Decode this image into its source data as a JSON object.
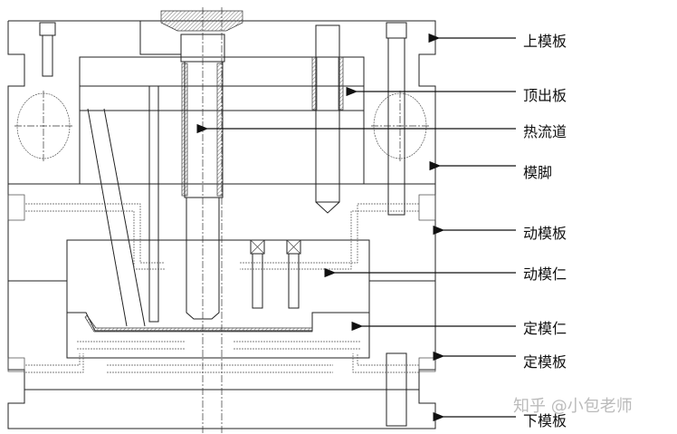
{
  "labels": [
    {
      "text": "上模板"
    },
    {
      "text": "顶出板"
    },
    {
      "text": "热流道"
    },
    {
      "text": "模脚"
    },
    {
      "text": "动模板"
    },
    {
      "text": "动模仁"
    },
    {
      "text": "定模仁"
    },
    {
      "text": "定模板"
    },
    {
      "text": "下模板"
    }
  ],
  "watermark": "知乎 @小包老师"
}
